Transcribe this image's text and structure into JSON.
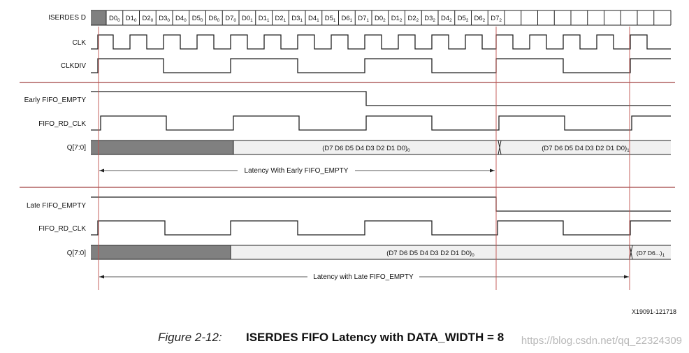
{
  "signals": {
    "iserdes_d": "ISERDES D",
    "clk": "CLK",
    "clkdiv": "CLKDIV",
    "early_fifo_empty": "Early FIFO_EMPTY",
    "fifo_rd_clk_early": "FIFO_RD_CLK",
    "q_early": "Q[7:0]",
    "late_fifo_empty": "Late FIFO_EMPTY",
    "fifo_rd_clk_late": "FIFO_RD_CLK",
    "q_late": "Q[7:0]"
  },
  "iserdes_cells": [
    {
      "main": "D0",
      "sub": "0"
    },
    {
      "main": "D1",
      "sub": "0"
    },
    {
      "main": "D2",
      "sub": "0"
    },
    {
      "main": "D3",
      "sub": "0"
    },
    {
      "main": "D4",
      "sub": "0"
    },
    {
      "main": "D5",
      "sub": "0"
    },
    {
      "main": "D6",
      "sub": "0"
    },
    {
      "main": "D7",
      "sub": "0"
    },
    {
      "main": "D0",
      "sub": "1"
    },
    {
      "main": "D1",
      "sub": "1"
    },
    {
      "main": "D2",
      "sub": "1"
    },
    {
      "main": "D3",
      "sub": "1"
    },
    {
      "main": "D4",
      "sub": "1"
    },
    {
      "main": "D5",
      "sub": "1"
    },
    {
      "main": "D6",
      "sub": "1"
    },
    {
      "main": "D7",
      "sub": "1"
    },
    {
      "main": "D0",
      "sub": "2"
    },
    {
      "main": "D1",
      "sub": "2"
    },
    {
      "main": "D2",
      "sub": "2"
    },
    {
      "main": "D3",
      "sub": "2"
    },
    {
      "main": "D4",
      "sub": "2"
    },
    {
      "main": "D5",
      "sub": "2"
    },
    {
      "main": "D6",
      "sub": "2"
    },
    {
      "main": "D7",
      "sub": "2"
    }
  ],
  "q_early_values": [
    {
      "main": "(D7 D6 D5 D4 D3 D2 D1 D0)",
      "sub": "0"
    },
    {
      "main": "(D7 D6 D5 D4 D3 D2 D1 D0)",
      "sub": "1"
    }
  ],
  "q_late_values": [
    {
      "main": "(D7 D6 D5 D4 D3 D2 D1 D0)",
      "sub": "0"
    },
    {
      "main": "(D7 D6...)",
      "sub": "1"
    }
  ],
  "latency_early": "Latency With Early FIFO_EMPTY",
  "latency_late": "Latency with Late FIFO_EMPTY",
  "figure_code": "X19091-121718",
  "caption": {
    "number": "Figure 2-12:",
    "title": "ISERDES FIFO Latency with DATA_WIDTH = 8"
  },
  "watermark": "https://blog.csdn.net/qq_22324309",
  "colors": {
    "wave": "#222222",
    "marker": "#c0504d",
    "separator": "#a04040",
    "shade_dark": "#808080",
    "shade_light": "#f0f0f0"
  }
}
